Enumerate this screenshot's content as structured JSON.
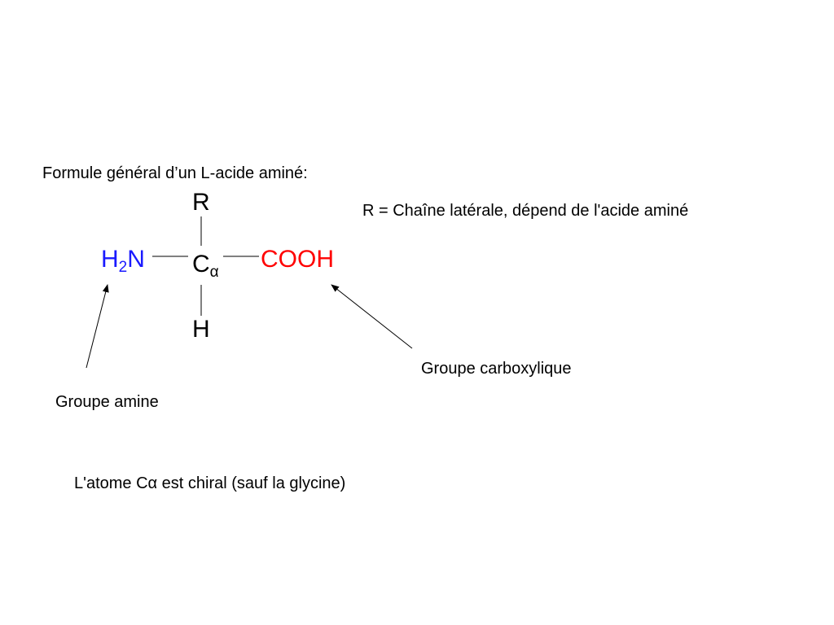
{
  "title": "Formule général d’un L-acide aminé:",
  "r_note": "R = Chaîne latérale, dépend de l'acide aminé",
  "structure": {
    "r_group": "R",
    "amine": {
      "main": "H",
      "subscript": "2",
      "tail": "N",
      "color": "#1a1aff"
    },
    "alpha_carbon": {
      "main": "C",
      "subscript": "α"
    },
    "carboxyl": {
      "text": "COOH",
      "color": "#ff0000"
    },
    "hydrogen": "H"
  },
  "labels": {
    "amine_group": "Groupe amine",
    "carboxyl_group": "Groupe carboxylique"
  },
  "footer": {
    "prefix": "L'atome C",
    "symbol": "α",
    "suffix": " est chiral (sauf la glycine)"
  }
}
